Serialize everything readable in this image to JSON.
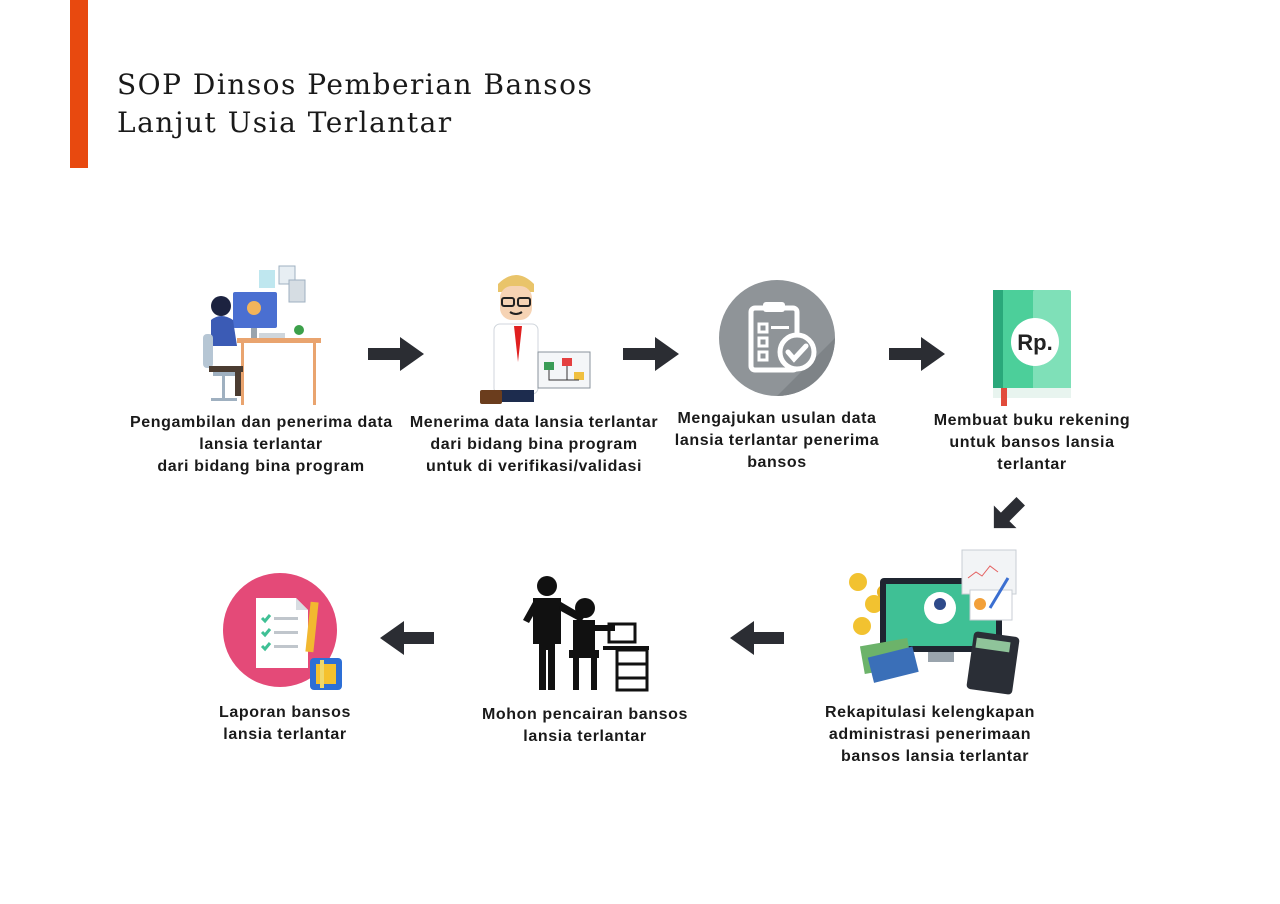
{
  "header": {
    "title_line1": "SOP Dinsos Pemberian Bansos",
    "title_line2": "Lanjut Usia Terlantar",
    "accent_color": "#e8490f"
  },
  "steps": [
    {
      "icon": "computer-worker-icon",
      "lines": [
        "Pengambilan dan penerima data",
        "lansia terlantar",
        "dari bidang bina program"
      ]
    },
    {
      "icon": "businessman-presenting-icon",
      "lines": [
        "Menerima data lansia terlantar",
        "dari bidang bina program",
        "untuk di verifikasi/validasi"
      ]
    },
    {
      "icon": "clipboard-check-icon",
      "lines": [
        "Mengajukan usulan data",
        "lansia terlantar penerima",
        "bansos"
      ]
    },
    {
      "icon": "bank-book-icon",
      "badge": "Rp.",
      "lines": [
        "Membuat buku rekening",
        "untuk bansos lansia",
        "terlantar"
      ]
    },
    {
      "icon": "finance-recap-icon",
      "lines": [
        "Rekapitulasi kelengkapan",
        "administrasi penerimaan",
        "bansos lansia terlantar"
      ]
    },
    {
      "icon": "disbursement-request-icon",
      "lines": [
        "Mohon pencairan bansos",
        "lansia terlantar"
      ]
    },
    {
      "icon": "report-document-icon",
      "lines": [
        "Laporan bansos",
        "lansia terlantar"
      ]
    }
  ],
  "colors": {
    "arrow": "#2b2d33",
    "text": "#1a1a1a"
  }
}
